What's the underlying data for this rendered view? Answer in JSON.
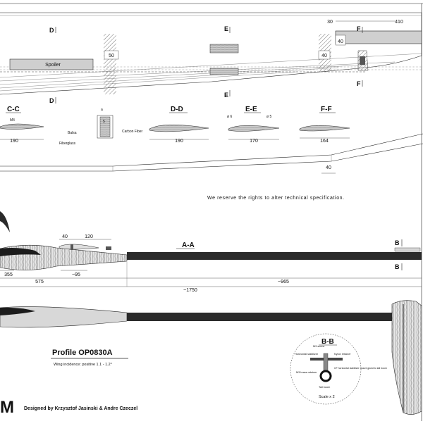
{
  "wing": {
    "section_markers": [
      "D",
      "E",
      "F"
    ],
    "dims": [
      "30",
      "410",
      "50",
      "40",
      "40",
      "40"
    ],
    "spoiler_label": "Spoiler"
  },
  "cross_sections": {
    "cc": {
      "title": "C-C",
      "dim": "190",
      "label_m4": "M4"
    },
    "layup": {
      "label_a": "a",
      "label_5": "5",
      "balsa": "Balsa",
      "fiberglass": "Fiberglass",
      "carbon_fiber": "Carbon Fiber"
    },
    "dd": {
      "title": "D-D",
      "dim": "190"
    },
    "ee": {
      "title": "E-E",
      "dim": "170",
      "d1": "ø 6",
      "d2": "ø 5"
    },
    "ff": {
      "title": "F-F",
      "dim": "164"
    }
  },
  "notice": "We reserve the rights to alter technical specification.",
  "fuselage": {
    "section_aa": "A-A",
    "section_b": "B",
    "dims": {
      "d40": "40",
      "d120": "120",
      "d355": "355",
      "d575": "575",
      "d95": "~95",
      "d965": "~965",
      "d1750": "~1750"
    }
  },
  "profile": {
    "title": "Profile OP0830A",
    "incidence": "Wing incidence:  positive 1.1 - 1.2°"
  },
  "bb_detail": {
    "title": "B-B",
    "m3_screw": "M3 screw",
    "horiz_stab": "Horizontal stabilizer",
    "nylon_retainer": "Nylon retainer",
    "m3_brass": "M3 brass retainer",
    "cf_mount": "CF horizontal stabilizer mount glued to tail boom",
    "tail_boom": "Tail boom",
    "scale": "Scale x 2"
  },
  "footer": {
    "logo_fragment": "M",
    "credits": "Designed by Krzysztof Jasinski & Andre Czeczel"
  }
}
